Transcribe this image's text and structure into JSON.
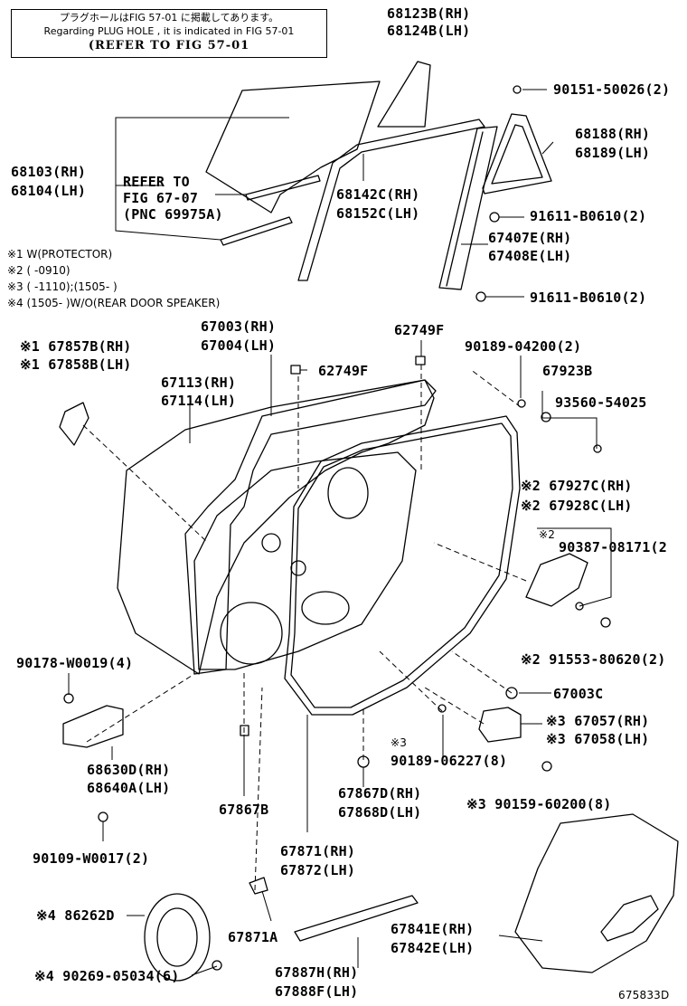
{
  "note": {
    "line1": "プラグホールはFIG 57-01 に掲載してあります。",
    "line2": "Regarding PLUG HOLE , it is indicated in FIG 57-01",
    "line3": "(REFER TO FIG 57-01"
  },
  "refer": {
    "line1": "REFER TO",
    "line2": "FIG 67-07",
    "line3": "(PNC 69975A)"
  },
  "legend": [
    "※1 W(PROTECTOR)",
    "※2 (      -0910)",
    "※3 (      -1110);(1505-        )",
    "※4 (1505-        )W/O(REAR DOOR SPEAKER)"
  ],
  "labels": {
    "p68123": "68123B(RH)",
    "p68124": "68124B(LH)",
    "p90151": "90151-50026(2)",
    "p68188": "68188(RH)",
    "p68189": "68189(LH)",
    "p68103": "68103(RH)",
    "p68104": "68104(LH)",
    "p68142": "68142C(RH)",
    "p68152": "68152C(LH)",
    "p91611a": "91611-B0610(2)",
    "p67407": "67407E(RH)",
    "p67408": "67408E(LH)",
    "p91611b": "91611-B0610(2)",
    "p67003": "67003(RH)",
    "p67004": "67004(LH)",
    "p62749top": "62749F",
    "p62749": "62749F",
    "p67857": "※1 67857B(RH)",
    "p67858": "※1 67858B(LH)",
    "p67113": "67113(RH)",
    "p67114": "67114(LH)",
    "p90189a": "90189-04200(2)",
    "p67923": "67923B",
    "p93560": "93560-54025",
    "p67927": "※2 67927C(RH)",
    "p67928": "※2 67928C(LH)",
    "p90387mark": "※2",
    "p90387": "90387-08171(2",
    "p91553": "※2 91553-80620(2)",
    "p90178": "90178-W0019(4)",
    "p67003c": "67003C",
    "p67057": "※3 67057(RH)",
    "p67058": "※3 67058(LH)",
    "p90189bmark": "※3",
    "p90189b": "90189-06227(8)",
    "p68630": "68630D(RH)",
    "p68640": "68640A(LH)",
    "p67867d": "67867D(RH)",
    "p67868": "67868D(LH)",
    "p90159": "※3 90159-60200(8)",
    "p67867b": "67867B",
    "p90109": "90109-W0017(2)",
    "p67871": "67871(RH)",
    "p67872": "67872(LH)",
    "p86262": "※4 86262D",
    "p67871a": "67871A",
    "p67841": "67841E(RH)",
    "p67842": "67842E(LH)",
    "p90269": "※4 90269-05034(6)",
    "p67887": "67887H(RH)",
    "p67888": "67888F(LH)",
    "figcode": "675833D"
  }
}
